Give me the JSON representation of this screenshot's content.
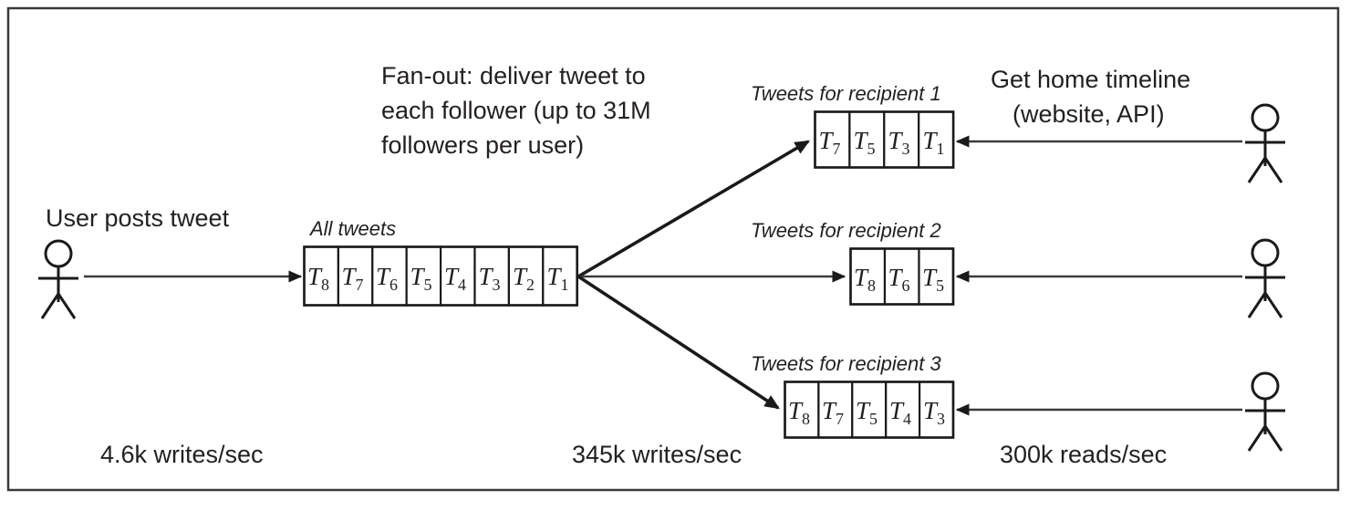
{
  "figure": {
    "title": "Twitter fan-out home timeline delivery diagram",
    "background": "#ffffff",
    "border_color": "#3a3a3c",
    "ink_color": "#231f20"
  },
  "labels": {
    "user_posts_tweet": "User posts tweet",
    "fanout_line1": "Fan-out: deliver tweet to",
    "fanout_line2": "each follower (up to 31M",
    "fanout_line3": "followers per user)",
    "get_timeline_line1": "Get home timeline",
    "get_timeline_line2": "(website, API)",
    "all_tweets": "All tweets",
    "recipient1": "Tweets for recipient 1",
    "recipient2": "Tweets for recipient 2",
    "recipient3": "Tweets for recipient 3"
  },
  "rates": {
    "write_in": "4.6k writes/sec",
    "fanout_writes": "345k writes/sec",
    "reads": "300k reads/sec"
  },
  "queues": {
    "all_tweets": {
      "name": "All tweets",
      "cells": [
        "T8",
        "T7",
        "T6",
        "T5",
        "T4",
        "T3",
        "T2",
        "T1"
      ],
      "subscripts": [
        "8",
        "7",
        "6",
        "5",
        "4",
        "3",
        "2",
        "1"
      ]
    },
    "recipient_1": {
      "name": "Tweets for recipient 1",
      "cells": [
        "T7",
        "T5",
        "T3",
        "T1"
      ],
      "subscripts": [
        "7",
        "5",
        "3",
        "1"
      ]
    },
    "recipient_2": {
      "name": "Tweets for recipient 2",
      "cells": [
        "T8",
        "T6",
        "T5"
      ],
      "subscripts": [
        "8",
        "6",
        "5"
      ]
    },
    "recipient_3": {
      "name": "Tweets for recipient 3",
      "cells": [
        "T8",
        "T7",
        "T5",
        "T4",
        "T3"
      ],
      "subscripts": [
        "8",
        "7",
        "5",
        "4",
        "3"
      ]
    }
  },
  "actors": {
    "poster": "stick-figure-icon",
    "reader_1": "stick-figure-icon",
    "reader_2": "stick-figure-icon",
    "reader_3": "stick-figure-icon"
  },
  "arrows": {
    "post_to_store": "arrow-right-icon",
    "fanout_to_recipient1": "arrow-up-right-icon",
    "fanout_to_recipient2": "arrow-right-icon",
    "fanout_to_recipient3": "arrow-down-right-icon",
    "read_recipient1": "arrow-left-icon",
    "read_recipient2": "arrow-left-icon",
    "read_recipient3": "arrow-left-icon"
  }
}
